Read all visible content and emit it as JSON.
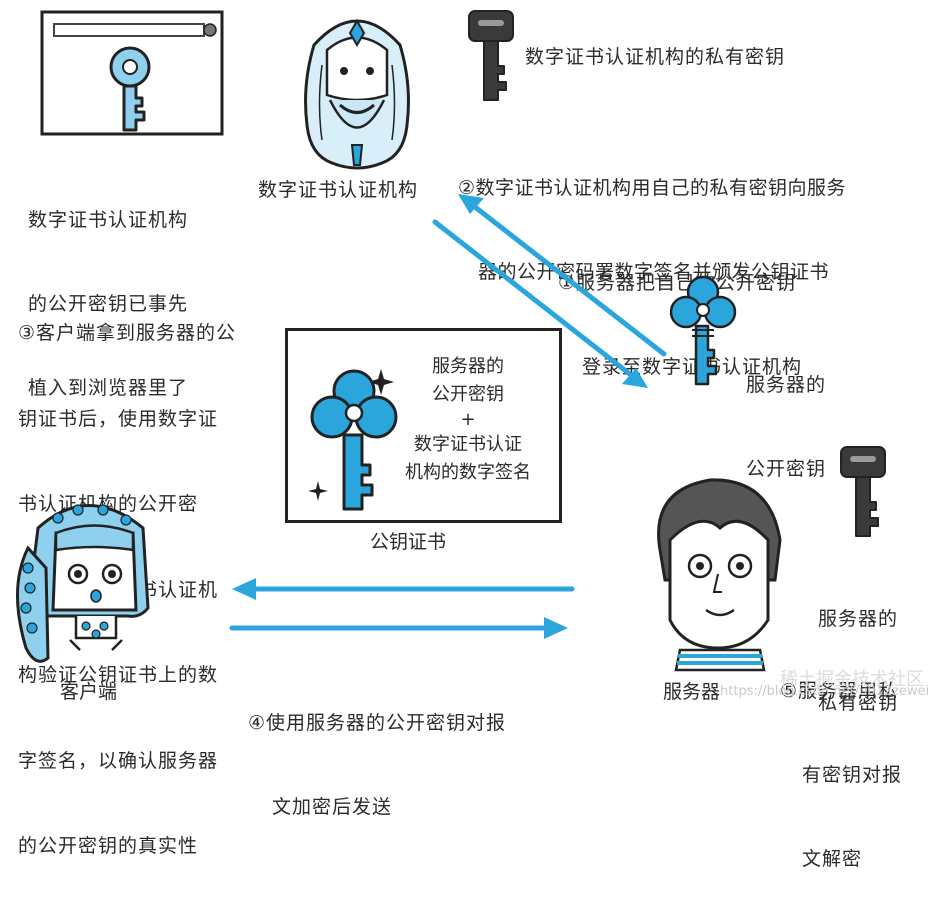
{
  "browser_note": [
    "数字证书认证机构",
    "的公开密钥已事先",
    "植入到浏览器里了"
  ],
  "ca": {
    "label": "数字证书认证机构"
  },
  "ca_private_key": {
    "label": "数字证书认证机构的私有密钥"
  },
  "step2": [
    "②数字证书认证机构用自己的私有密钥向服务",
    "器的公开密码署数字签名并颁发公钥证书"
  ],
  "step1": [
    "①服务器把自己的公开密钥",
    "登录至数字证书认证机构"
  ],
  "server_public_key": [
    "服务器的",
    "公开密钥"
  ],
  "step3": [
    "③客户端拿到服务器的公",
    "钥证书后，使用数字证",
    "书认证机构的公开密",
    "钥，向数字证书认证机",
    "构验证公钥证书上的数",
    "字签名，以确认服务器",
    "的公开密钥的真实性"
  ],
  "certificate": {
    "line1": "服务器的",
    "line2": "公开密钥",
    "plus": "+",
    "line3": "数字证书认证",
    "line4": "机构的数字签名",
    "caption": "公钥证书"
  },
  "server_private_key": [
    "服务器的",
    "私有密钥"
  ],
  "step5": [
    "⑤服务器用私",
    "有密钥对报",
    "文解密"
  ],
  "step4": [
    "④使用服务器的公开密钥对报",
    "文加密后发送"
  ],
  "client": {
    "label": "客户端"
  },
  "server": {
    "label": "服务器"
  },
  "watermark": {
    "url": "https://blog.csdn.net/u012zewei",
    "site": "稀土掘金技术社区"
  },
  "colors": {
    "accent_blue": "#2aa6dc",
    "light_blue": "#8fd0ef",
    "dark_key": "#3a3a3a",
    "line": "#222222"
  }
}
